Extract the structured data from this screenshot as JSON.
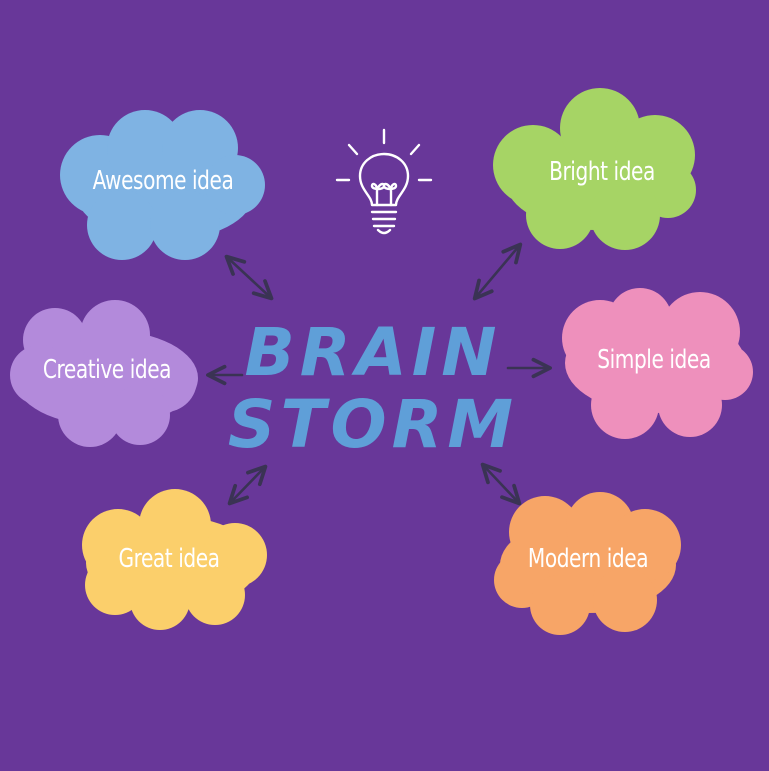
{
  "title": {
    "line1": "BRAIN",
    "line2": "STORM",
    "color": "#5f9fd8"
  },
  "background_color": "#683799",
  "center_icon": "lightbulb-icon",
  "ideas": [
    {
      "id": "awesome",
      "label": "Awesome idea",
      "color": "#7fb3e3"
    },
    {
      "id": "bright",
      "label": "Bright idea",
      "color": "#a6d465"
    },
    {
      "id": "creative",
      "label": "Creative idea",
      "color": "#b38adb"
    },
    {
      "id": "simple",
      "label": "Simple idea",
      "color": "#ee90bc"
    },
    {
      "id": "great",
      "label": "Great idea",
      "color": "#fbcf6b"
    },
    {
      "id": "modern",
      "label": "Modern idea",
      "color": "#f7a567"
    }
  ],
  "connector_color": "#3a3354"
}
